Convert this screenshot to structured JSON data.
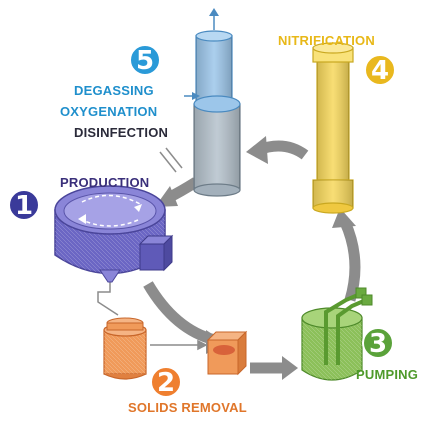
{
  "colors": {
    "production": "#6b66c4",
    "solids": "#f09a5a",
    "pumping": "#8cc05a",
    "nitrification": "#f7d85c",
    "degassing": "#9cc6ea",
    "arrow": "#8c8c8c"
  },
  "stages": [
    {
      "number": "1",
      "label": "PRODUCTION",
      "number_color": "#3a3a9a"
    },
    {
      "number": "2",
      "label": "SOLIDS REMOVAL",
      "number_color": "#ef7f2f"
    },
    {
      "number": "3",
      "label": "PUMPING",
      "number_color": "#5aa23a"
    },
    {
      "number": "4",
      "label": "NITRIFICATION",
      "number_color": "#e9b81e"
    },
    {
      "number": "5",
      "label_lines": [
        "DEGASSING",
        "OXYGENATION",
        "DISINFECTION"
      ],
      "number_color": "#2a9ad8"
    }
  ]
}
